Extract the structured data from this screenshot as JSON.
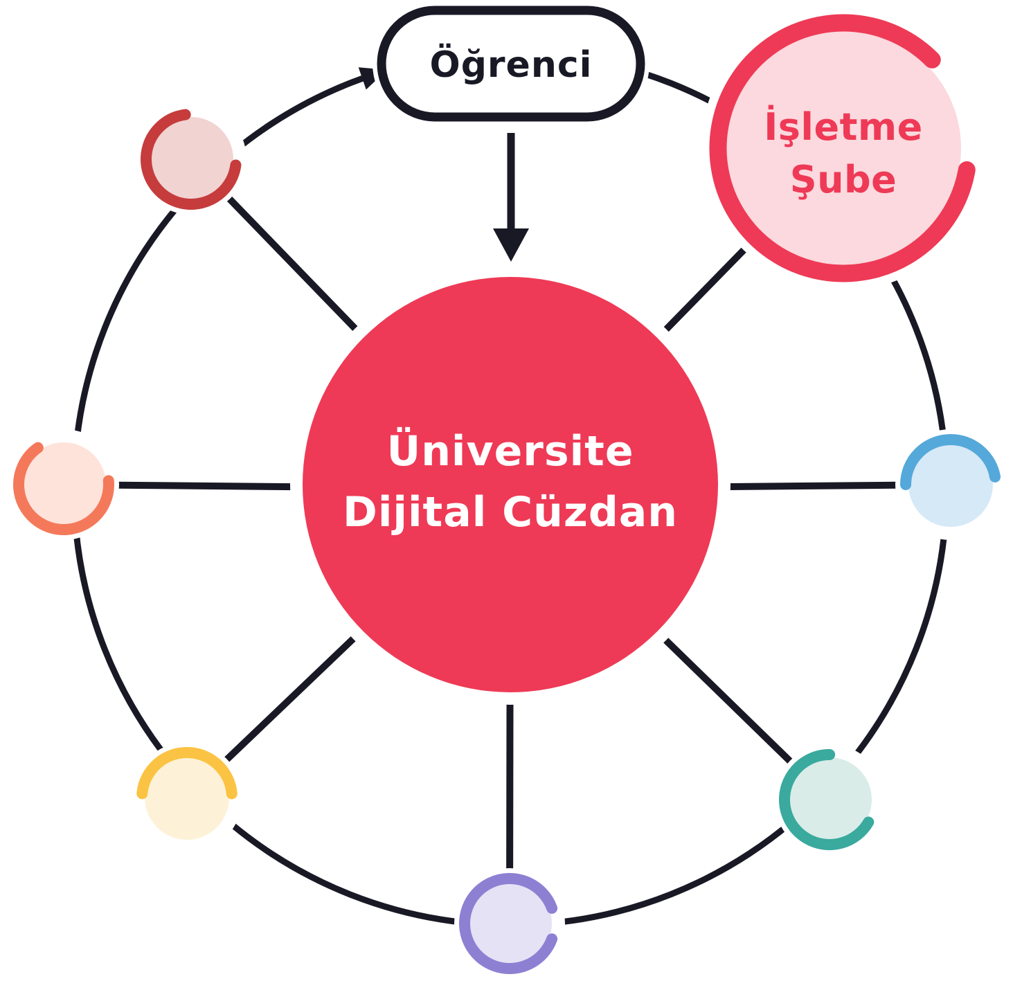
{
  "diagram": {
    "connector_color": "#191926",
    "center": {
      "line1": "Üniversite",
      "line2": "Dijital Cüzdan",
      "fill": "#ee3a56",
      "halo": "#ffffff",
      "text_color": "#ffffff"
    },
    "student": {
      "label": "Öğrenci",
      "fill": "#ffffff",
      "border": "#191926",
      "text_color": "#191926"
    },
    "business": {
      "line1": "İşletme",
      "line2": "Şube",
      "fill": "#fbd9de",
      "arc": "#ee3a56",
      "text_color": "#ee3a56"
    },
    "satellites": [
      {
        "name": "brick-red",
        "fill": "#f1d3d2",
        "arc": "#c63c3c"
      },
      {
        "name": "coral",
        "fill": "#fee3da",
        "arc": "#f4795a"
      },
      {
        "name": "amber",
        "fill": "#fdf2d8",
        "arc": "#fbc343"
      },
      {
        "name": "purple",
        "fill": "#e5e2f5",
        "arc": "#8d80d3"
      },
      {
        "name": "teal",
        "fill": "#d9ece8",
        "arc": "#3aa99e"
      },
      {
        "name": "blue",
        "fill": "#d6e9f7",
        "arc": "#55a8da"
      }
    ]
  }
}
